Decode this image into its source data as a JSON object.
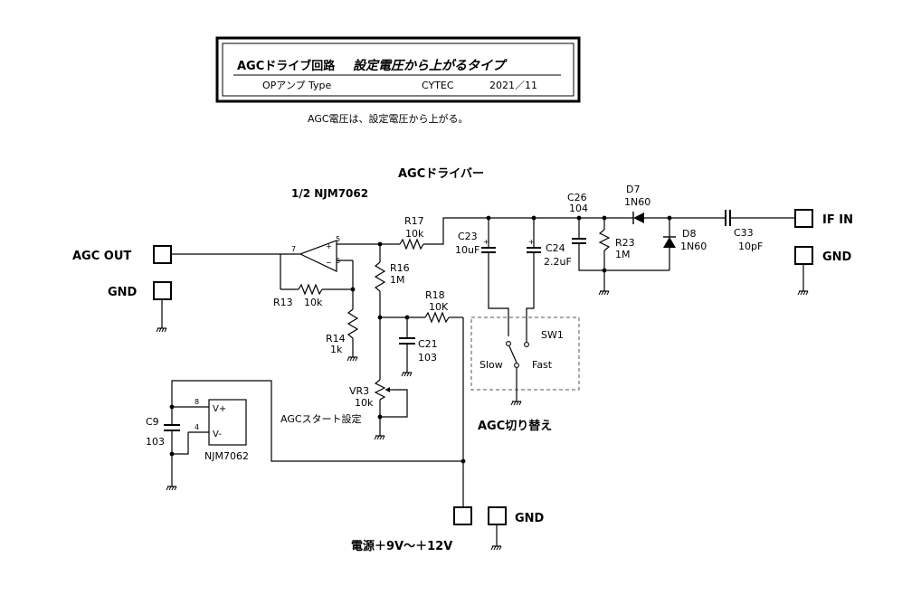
{
  "title_block": {
    "title_left": "AGCドライブ回路",
    "title_right": "設定電圧から上がるタイプ",
    "sub_type": "OPアンプ  Type",
    "sub_company": "CYTEC",
    "sub_date": "2021／11"
  },
  "note": "AGC電圧は、設定電圧から上がる。",
  "section_label": "AGCドライバー",
  "opamp_label": "1/2 NJM7062",
  "ports": {
    "agc_out": "AGC   OUT",
    "gnd_left": "GND",
    "if_in": "IF   IN",
    "gnd_right": "GND",
    "gnd_bottom": "GND",
    "power": "電源＋9V～＋12V"
  },
  "pins": {
    "p7": "7",
    "p5": "5",
    "p6": "6",
    "p8": "8",
    "p4": "4",
    "plus": "+",
    "minus": "−",
    "vplus": "V+",
    "vminus": "V-"
  },
  "components": {
    "r17": {
      "ref": "R17",
      "value": "10k"
    },
    "r16": {
      "ref": "R16",
      "value": "1M"
    },
    "r13": {
      "ref": "R13",
      "value": "10k"
    },
    "r14": {
      "ref": "R14",
      "value": "1k"
    },
    "r18": {
      "ref": "R18",
      "value": "10K"
    },
    "c21": {
      "ref": "C21",
      "value": "103"
    },
    "vr3": {
      "ref": "VR3",
      "value": "10k",
      "desc": "AGCスタート設定"
    },
    "c23": {
      "ref": "C23",
      "value": "10uF"
    },
    "c24": {
      "ref": "C24",
      "value": "2.2uF"
    },
    "c26": {
      "ref": "C26",
      "value": "104"
    },
    "r23": {
      "ref": "R23",
      "value": "1M"
    },
    "d7": {
      "ref": "D7",
      "value": "1N60"
    },
    "d8": {
      "ref": "D8",
      "value": "1N60"
    },
    "c33": {
      "ref": "C33",
      "value": "10pF"
    },
    "c9": {
      "ref": "C9",
      "value": "103"
    },
    "ic2": {
      "ref": "NJM7062"
    }
  },
  "switch": {
    "ref": "SW1",
    "slow": "Slow",
    "fast": "Fast",
    "caption": "AGC切り替え"
  }
}
